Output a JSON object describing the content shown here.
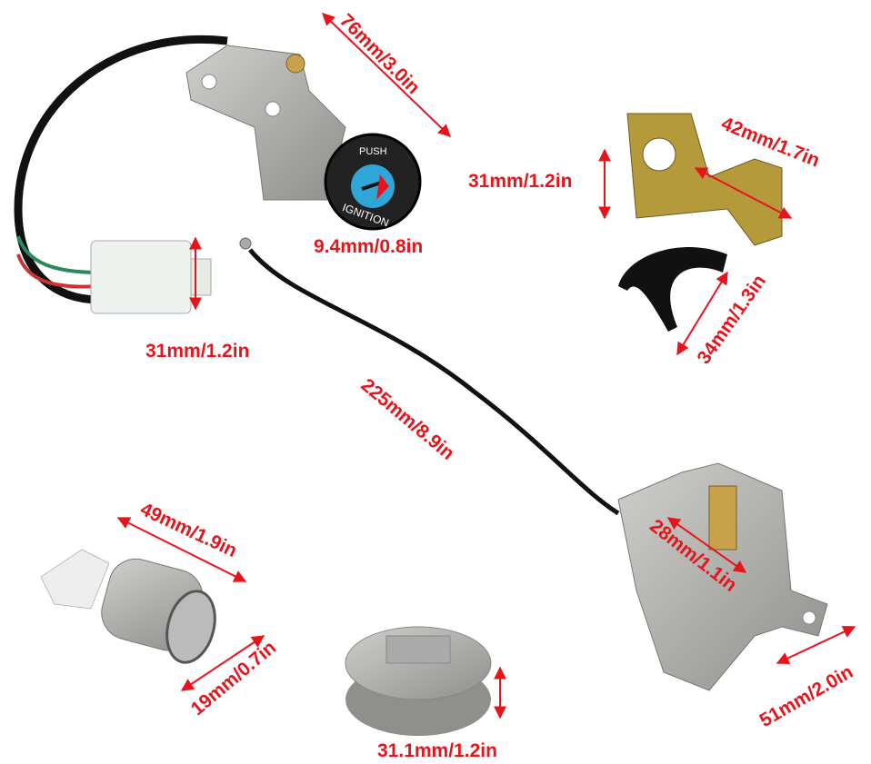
{
  "colors": {
    "annotation": "#e8141b",
    "metal": "#a9a9a6",
    "bracket": "#b59a3c",
    "cable": "#1a1a1a",
    "knob_face": "#2ea7d8"
  },
  "ignition_text": {
    "push": "PUSH",
    "ignition": "IGNITION"
  },
  "dimensions": {
    "ignition_length": "76mm/3.0in",
    "bracket_width": "42mm/1.7in",
    "bracket_height": "31mm/1.2in",
    "key_slot": "9.4mm/0.8in",
    "connector_height": "31mm/1.2in",
    "clip_length": "34mm/1.3in",
    "cable_length": "225mm/8.9in",
    "seat_latch_width": "28mm/1.1in",
    "seat_lock_length": "49mm/1.9in",
    "seat_lock_diameter": "19mm/0.7in",
    "fuel_cap_diameter": "31.1mm/1.2in",
    "seat_latch_length": "51mm/2.0in"
  }
}
